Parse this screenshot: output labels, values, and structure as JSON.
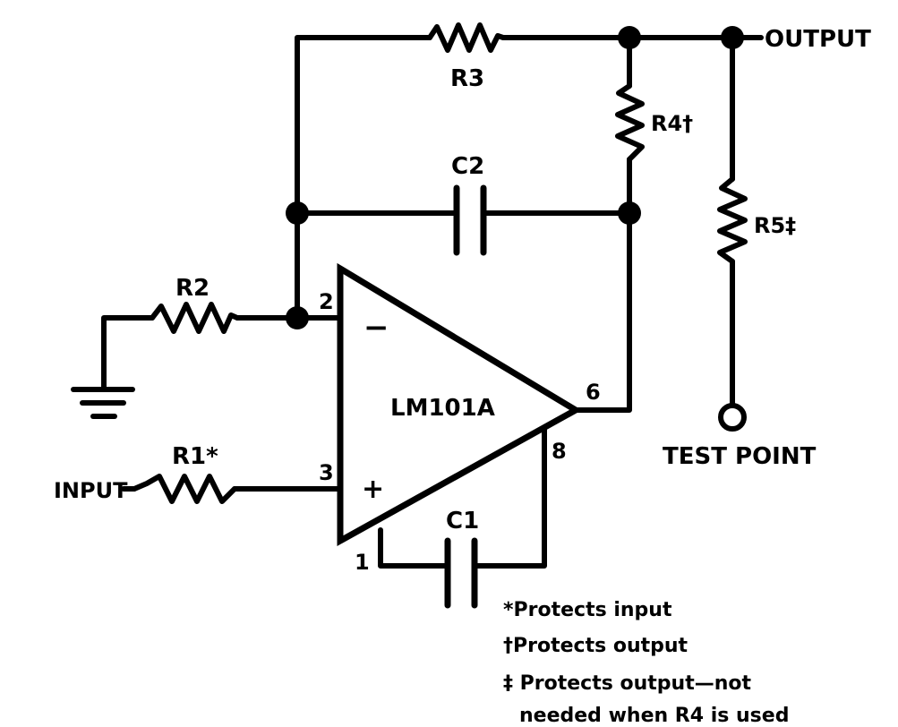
{
  "ic_label": "LM101A",
  "ports": {
    "output": "OUTPUT",
    "input": "INPUT",
    "test_point": "TEST POINT"
  },
  "components": {
    "r1": "R1*",
    "r2": "R2",
    "r3": "R3",
    "r4": "R4†",
    "r5": "R5‡",
    "c1": "C1",
    "c2": "C2"
  },
  "pins": {
    "inverting": "2",
    "noninverting": "3",
    "output": "6",
    "comp1": "1",
    "comp8": "8"
  },
  "signs": {
    "minus": "−",
    "plus": "+"
  },
  "notes": [
    "*Protects input",
    "†Protects output",
    "‡ Protects output—not",
    "needed when R4 is used"
  ]
}
